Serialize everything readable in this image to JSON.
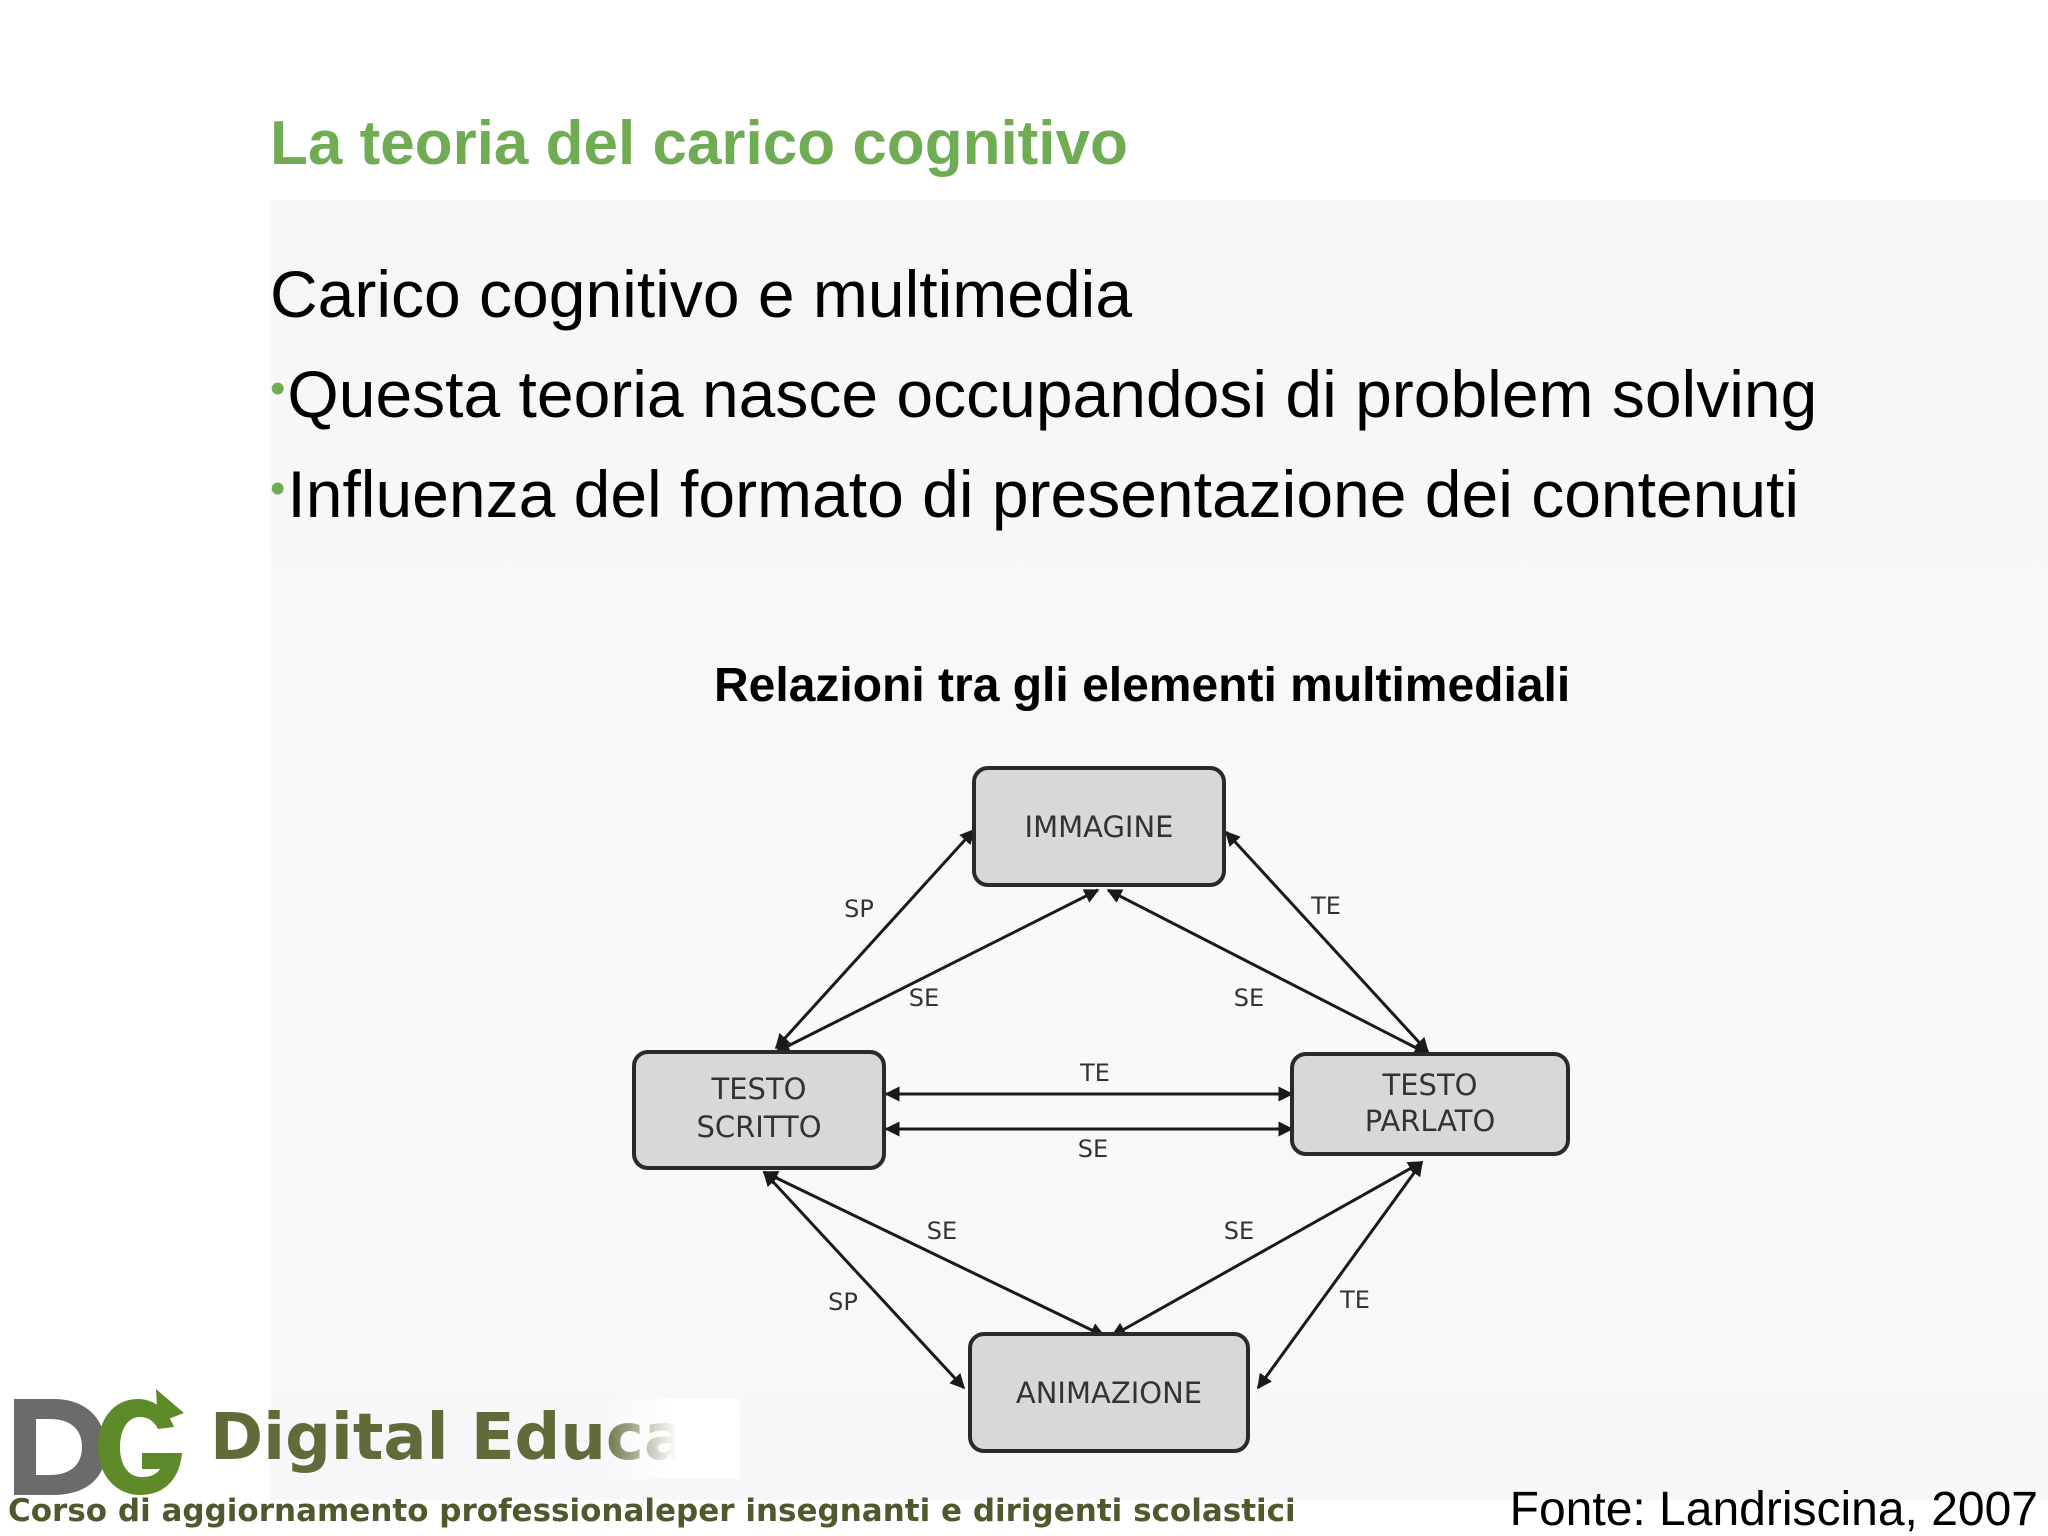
{
  "slide": {
    "title": "La teoria del carico cognitivo",
    "subtitle": "Carico cognitivo e multimedia",
    "bullets": [
      "Questa teoria nasce occupandosi di problem solving",
      "Influenza del formato di presentazione dei contenuti"
    ],
    "bullet_glyph": "•",
    "figure_caption": "Relazioni tra gli elementi multimediali",
    "source": "Fonte: Landriscina, 2007"
  },
  "diagram": {
    "nodes": {
      "immagine": [
        "IMMAGINE"
      ],
      "testo_scritto": [
        "TESTO",
        "SCRITTO"
      ],
      "testo_parlato": [
        "TESTO",
        "PARLATO"
      ],
      "animazione": [
        "ANIMAZIONE"
      ]
    },
    "edge_labels": {
      "scritto_immagine_outer": "SP",
      "scritto_immagine_inner": "SE",
      "parlato_immagine_outer": "TE",
      "parlato_immagine_inner": "SE",
      "scritto_parlato_top": "TE",
      "scritto_parlato_bottom": "SE",
      "scritto_animazione_inner": "SE",
      "scritto_animazione_outer": "SP",
      "parlato_animazione_inner": "SE",
      "parlato_animazione_outer": "TE"
    }
  },
  "logo": {
    "brand": "Digital Educa",
    "tagline": "Corso di aggiornamento professionaleper insegnanti e dirigenti scolastici",
    "colors": {
      "gray": "#6b6b6b",
      "green": "#5f8a2a"
    }
  },
  "colors": {
    "title_green": "#6fac53",
    "box_fill": "#d8d8db"
  }
}
